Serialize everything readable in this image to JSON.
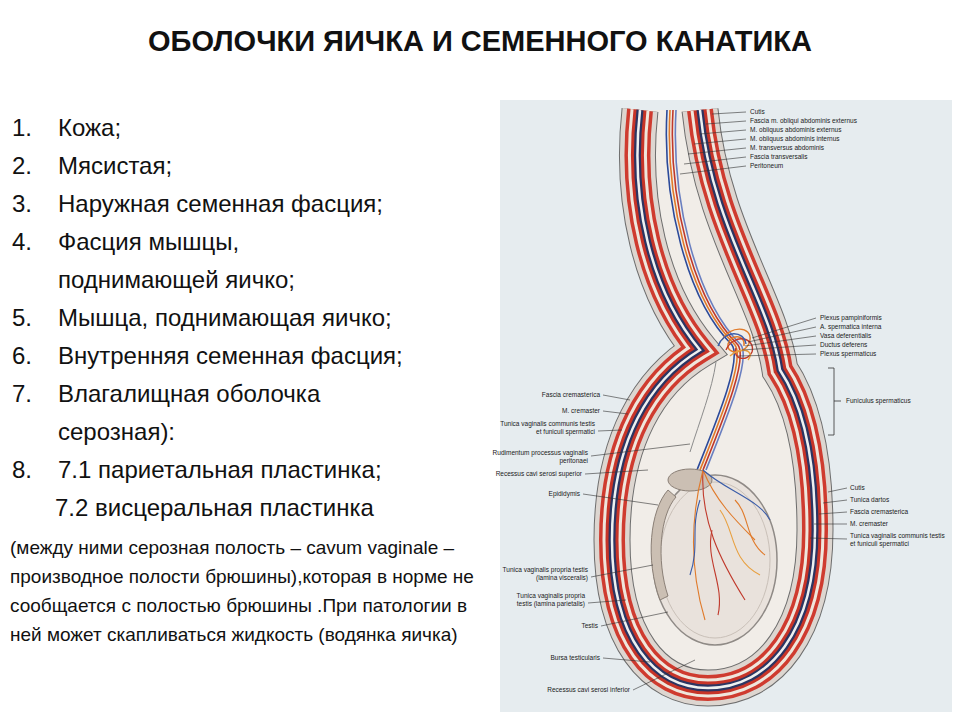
{
  "diagram": {
    "title": "ОБОЛОЧКИ ЯИЧКА И СЕМЕННОГО КАНАТИКА",
    "labels": [
      "1.",
      "Кожа;",
      "2.",
      "Мясистая;",
      "3.",
      "Наружная семенная фасция;",
      "4.",
      "Фасция мышцы, поднимающей яичко;",
      "5.",
      "Мышца, поднимающая яичко;",
      "6.",
      "Внутренняя семенная фасция;",
      "7.",
      "Влагалищная оболочка серозная):",
      "8.",
      "7.1 париетальная пластинка;",
      "7.2 висцеральная пластинка",
      "(между ними серозная полость – cavum vaginale – производное полости брюшины),которая в норме не сообщается с полостью брюшины .При патологии в ней может скапливаться жидкость (водянка яичка)",
      "Cutis",
      "Fascia m. obliqui abdominis externus",
      "M. obliquus abdominis externus",
      "M. obliquus abdominis internus",
      "M. transversus abdominis",
      "Fascia transversalis",
      "Peritoneum",
      "Plexus pampiniformis",
      "A. spermatica interna",
      "Vasa deferentialis",
      "Ductus deferens",
      "Plexus spermaticus",
      "Funiculus spermaticus",
      "Fascia cremasterica",
      "M. cremaster",
      "Tunica vaginalis communis testis et funiculi spermatici",
      "Rudimentum processus vaginalis peritonaei",
      "Recessus cavi serosi superior",
      "Epididymis",
      "Cutis",
      "Tunica dartos",
      "Fascia cremasterica",
      "M. cremaster",
      "Tunica vaginalis communis testis et funiculi spermatici",
      "Tunica vaginalis propria testis (lamina visceralis)",
      "Tunica vaginalis propria testis (lamina parietalis)",
      "Testis",
      "Bursa testicularis",
      "Recessus cavi serosi inferior"
    ]
  }
}
